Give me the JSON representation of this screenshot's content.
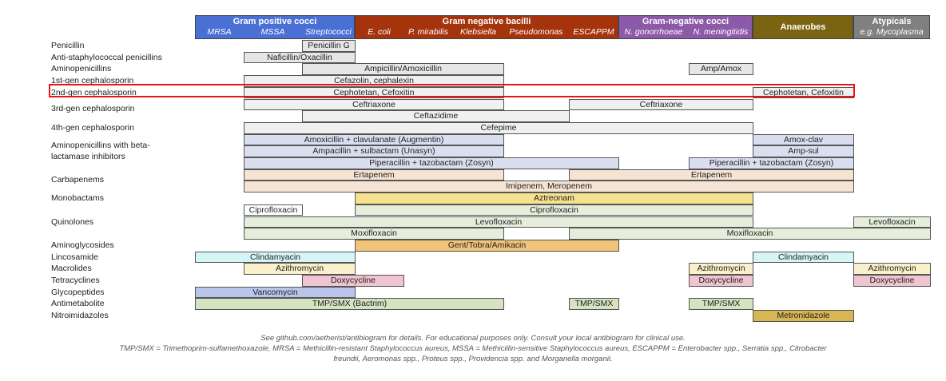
{
  "chart_data": {
    "type": "table",
    "title": "Antibiogram",
    "groups": [
      {
        "name": "Gram positive cocci",
        "color": "#4a70d4",
        "columns": [
          "MRSA",
          "MSSA",
          "Streptococci"
        ]
      },
      {
        "name": "Gram negative bacilli",
        "color": "#a5330c",
        "columns": [
          "E. coli",
          "P. mirabilis",
          "Klebsiella",
          "Pseudomonas",
          "ESCAPPM"
        ]
      },
      {
        "name": "Gram-negative cocci",
        "color": "#8c5aa8",
        "columns": [
          "N. gonorrhoeae",
          "N. meningitidis"
        ]
      },
      {
        "name": "Anaerobes",
        "color": "#7a6412",
        "columns": [
          ""
        ]
      },
      {
        "name": "Atypicals",
        "color": "#808080",
        "columns": [
          "e.g. Mycoplasma"
        ]
      }
    ],
    "categories": [
      {
        "label": "Penicillin",
        "row": 0
      },
      {
        "label": "Anti-staphylococcal penicillins",
        "row": 1
      },
      {
        "label": "Aminopenicillins",
        "row": 2
      },
      {
        "label": "1st-gen cephalosporin",
        "row": 3
      },
      {
        "label": "2nd-gen cephalosporin",
        "row": 4,
        "highlighted": true
      },
      {
        "label": "3rd-gen cephalosporin",
        "row": 5.4
      },
      {
        "label": "4th-gen cephalosporin",
        "row": 7
      },
      {
        "label": "Aminopenicillins with beta-",
        "row": 8.5
      },
      {
        "label": "lactamase inhibitors",
        "row": 9.45
      },
      {
        "label": "Carbapenems",
        "row": 11.4
      },
      {
        "label": "Monobactams",
        "row": 13
      },
      {
        "label": "Quinolones",
        "row": 15
      },
      {
        "label": "Aminoglycosides",
        "row": 17
      },
      {
        "label": "Lincosamide",
        "row": 18
      },
      {
        "label": "Macrolides",
        "row": 19
      },
      {
        "label": "Tetracyclines",
        "row": 20
      },
      {
        "label": "Glycopeptides",
        "row": 21
      },
      {
        "label": "Antimetabolite",
        "row": 22
      },
      {
        "label": "Nitroimidazoles",
        "row": 23
      }
    ],
    "bars": [
      {
        "row": 0,
        "label": "Penicillin G",
        "color": "#e6e6e6",
        "from": 2,
        "to": 3
      },
      {
        "row": 1,
        "label": "Naficillin/Oxacillin",
        "color": "#e6e6e6",
        "from": 1,
        "to": 3
      },
      {
        "row": 2,
        "label": "Ampicillin/Amoxicillin",
        "color": "#e6e6e6",
        "from": 2,
        "to": 6
      },
      {
        "row": 2,
        "label": "Amp/Amox",
        "color": "#e6e6e6",
        "from": 9,
        "to": 10
      },
      {
        "row": 3,
        "label": "Cefazolin, cephalexin",
        "color": "#f0f0f0",
        "from": 1,
        "to": 6
      },
      {
        "row": 4,
        "label": "Cephotetan, Cefoxitin",
        "color": "#f0f0f0",
        "from": 1,
        "to": 6
      },
      {
        "row": 4,
        "label": "Cephotetan, Cefoxitin",
        "color": "#f0f0f0",
        "from": 10,
        "to": 11
      },
      {
        "row": 5,
        "label": "Ceftriaxone",
        "color": "#f0f0f0",
        "from": 1,
        "to": 6
      },
      {
        "row": 5,
        "label": "Ceftriaxone",
        "color": "#f0f0f0",
        "from": 7,
        "to": 10
      },
      {
        "row": 6,
        "label": "Ceftazidime",
        "color": "#f0f0f0",
        "from": 2,
        "to": 7
      },
      {
        "row": 7,
        "label": "Cefepime",
        "color": "#f0f0f0",
        "from": 1,
        "to": 10
      },
      {
        "row": 8,
        "label": "Amoxicillin + clavulanate (Augmentin)",
        "color": "#dadff0",
        "from": 1,
        "to": 6
      },
      {
        "row": 8,
        "label": "Amox-clav",
        "color": "#dadff0",
        "from": 10,
        "to": 11
      },
      {
        "row": 9,
        "label": "Ampacillin + sulbactam (Unasyn)",
        "color": "#dadff0",
        "from": 1,
        "to": 6
      },
      {
        "row": 9,
        "label": "Amp-sul",
        "color": "#dadff0",
        "from": 10,
        "to": 11
      },
      {
        "row": 10,
        "label": "Piperacillin + tazobactam (Zosyn)",
        "color": "#dadff0",
        "from": 1,
        "to": 8
      },
      {
        "row": 10,
        "label": "Piperacillin + tazobactam (Zosyn)",
        "color": "#dadff0",
        "from": 9,
        "to": 11
      },
      {
        "row": 11,
        "label": "Ertapenem",
        "color": "#f5e3d3",
        "from": 1,
        "to": 6
      },
      {
        "row": 11,
        "label": "Ertapenem",
        "color": "#f5e3d3",
        "from": 7,
        "to": 11
      },
      {
        "row": 12,
        "label": "Imipenem, Meropenem",
        "color": "#f5e3d3",
        "from": 1,
        "to": 11
      },
      {
        "row": 13,
        "label": "Aztreonam",
        "color": "#f6e18e",
        "from": 3,
        "to": 10
      },
      {
        "row": 14,
        "label": "Ciprofloxacin",
        "color": "#ffffff",
        "from": 1,
        "to": 2
      },
      {
        "row": 14,
        "label": "Ciprofloxacin",
        "color": "#e5eedb",
        "from": 3,
        "to": 10
      },
      {
        "row": 15,
        "label": "Levofloxacin",
        "color": "#e5eedb",
        "from": 1,
        "to": 10
      },
      {
        "row": 15,
        "label": "Levofloxacin",
        "color": "#e5eedb",
        "from": 11,
        "to": 12
      },
      {
        "row": 16,
        "label": "Moxifloxacin",
        "color": "#e5eedb",
        "from": 1,
        "to": 6
      },
      {
        "row": 16,
        "label": "Moxifloxacin",
        "color": "#e5eedb",
        "from": 7,
        "to": 12
      },
      {
        "row": 17,
        "label": "Gent/Tobra/Amikacin",
        "color": "#f1c47a",
        "from": 3,
        "to": 8
      },
      {
        "row": 18,
        "label": "Clindamyacin",
        "color": "#d6f5f7",
        "from": 0,
        "to": 3
      },
      {
        "row": 18,
        "label": "Clindamyacin",
        "color": "#d6f5f7",
        "from": 10,
        "to": 11
      },
      {
        "row": 19,
        "label": "Azithromycin",
        "color": "#fbf0cc",
        "from": 1,
        "to": 3
      },
      {
        "row": 19,
        "label": "Azithromycin",
        "color": "#fbf0cc",
        "from": 9,
        "to": 10
      },
      {
        "row": 19,
        "label": "Azithromycin",
        "color": "#fbf0cc",
        "from": 11,
        "to": 12
      },
      {
        "row": 20,
        "label": "Doxycycline",
        "color": "#f0c4d0",
        "from": 2,
        "to": 4
      },
      {
        "row": 20,
        "label": "Doxycycline",
        "color": "#f0c4d0",
        "from": 9,
        "to": 10
      },
      {
        "row": 20,
        "label": "Doxycycline",
        "color": "#f0c4d0",
        "from": 11,
        "to": 12
      },
      {
        "row": 21,
        "label": "Vancomycin",
        "color": "#bac5ec",
        "from": 0,
        "to": 3
      },
      {
        "row": 22,
        "label": "TMP/SMX (Bactrim)",
        "color": "#d6e3c0",
        "from": 0,
        "to": 6
      },
      {
        "row": 22,
        "label": "TMP/SMX",
        "color": "#d6e3c0",
        "from": 7,
        "to": 8
      },
      {
        "row": 22,
        "label": "TMP/SMX",
        "color": "#d6e3c0",
        "from": 9,
        "to": 10
      },
      {
        "row": 23,
        "label": "Metronidazole",
        "color": "#d9b654",
        "from": 10,
        "to": 11
      }
    ],
    "notes": [
      "See github.com/aetherist/antibiogram for details. For educational purposes only. Consult your local antibiogram for clinical use.",
      "TMP/SMX = Trimethoprim-sulfamethoxazole, MRSA = Methicillin-resistant Staphylococcus aureus, MSSA = Methicillin-sensitive Staphylococcus aureus, ESCAPPM = Enterobacter spp., Serratia spp., Citrobacter",
      "freundii, Aeromonas spp., Proteus spp., Providencia spp. and Morganella morganii."
    ],
    "highlight_color": "#e8141c"
  }
}
